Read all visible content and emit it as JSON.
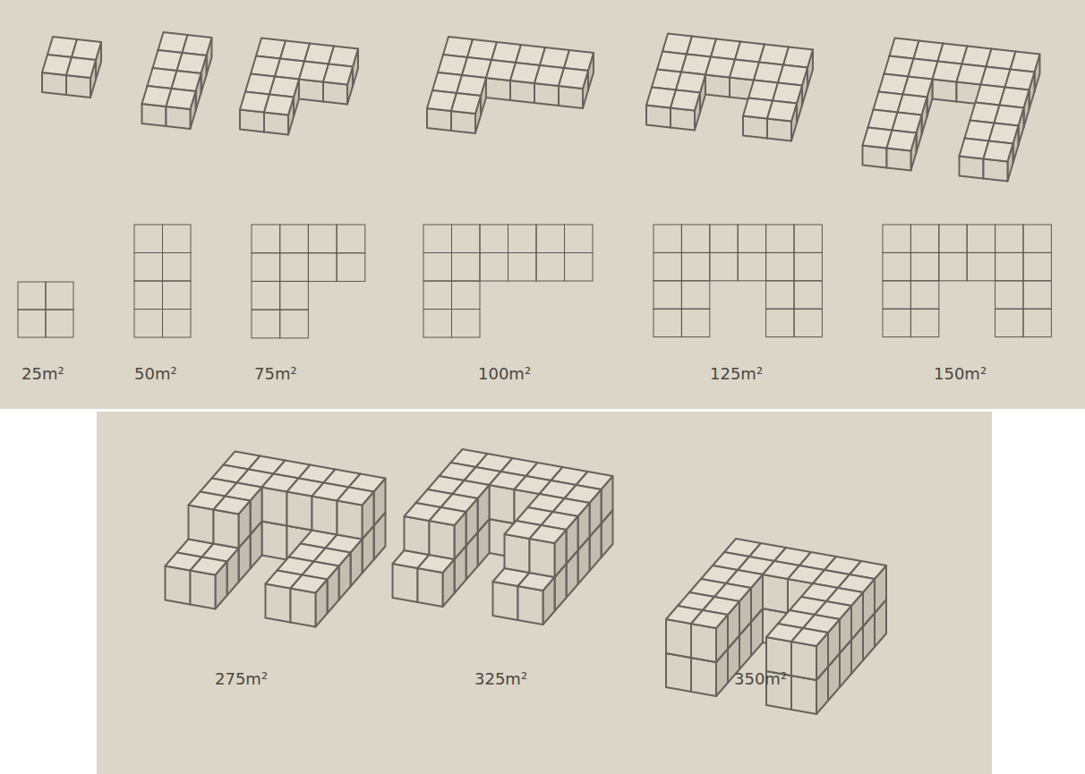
{
  "diagram": {
    "labels": [
      "25m²",
      "50m²",
      "75m²",
      "100m²",
      "125m²",
      "150m²",
      "275m²",
      "325m²",
      "350m²"
    ]
  }
}
